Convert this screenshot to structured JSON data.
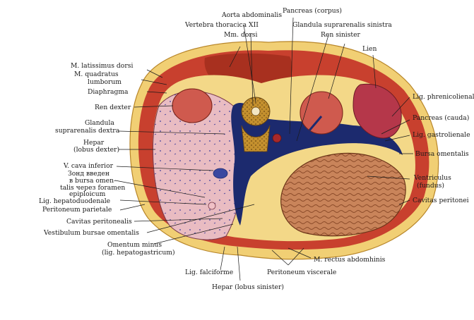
{
  "labels": {
    "aorta": "Aorta abdominalis",
    "pancreas_corpus": "Pancreas (corpus)",
    "vertebra": "Vertebra thoracica XII",
    "glandula_sinistra": "Glandula suprarenalis sinistra",
    "mm_dorsi": "Mm. dorsi",
    "ren_sinister": "Ren sinister",
    "lien": "Lien",
    "latissimus": "M. latissimus dorsi",
    "quadratus_1": "M. quadratus",
    "quadratus_2": "lumborum",
    "diaphragma": "Diaphragma",
    "lig_phrenicolienale": "Lig. phrenicolienale",
    "ren_dexter": "Ren dexter",
    "pancreas_cauda": "Pancreas (cauda)",
    "glandula_dextra_1": "Glandula",
    "glandula_dextra_2": "suprarenalis dextra",
    "lig_gastrolienale": "Lig. gastrolienale",
    "hepar_dexter_1": "Hepar",
    "hepar_dexter_2": "(lobus dexter)",
    "bursa_omentalis": "Bursa omentalis",
    "vena_cava": "V. cava inferior",
    "zond_1": "Зонд введен",
    "zond_2": "в bursa omen-",
    "zond_3": "talis через foramen",
    "zond_4": "epiploicum",
    "ventriculus_1": "Ventriculus",
    "ventriculus_2": "(fundus)",
    "lig_hepatoduodenale": "Lig. hepatoduodenale",
    "cavitas_peritonei": "Cavitas peritonei",
    "peritoneum_parietale": "Peritoneum parietale",
    "cavitas_peritonealis": "Cavitas peritonealis",
    "vestibulum": "Vestibulum bursae omentalis",
    "omentum_1": "Omentum minus",
    "omentum_2": "(lig. hepatogastricum)",
    "rectus": "M. rectus abdomhinis",
    "peritoneum_viscerale": "Peritoneum viscerale",
    "lig_falciforme": "Lig. falciforme",
    "hepar_sinister": "Hepar (lobus sinister)"
  },
  "colors": {
    "fat": "#f3d27a",
    "muscle": "#c83a2a",
    "liver": "#e6b6bc",
    "kidney": "#cf5a4e",
    "bursa": "#1c2a6e",
    "stomach": "#c47a50",
    "bone": "#c48a2e"
  }
}
